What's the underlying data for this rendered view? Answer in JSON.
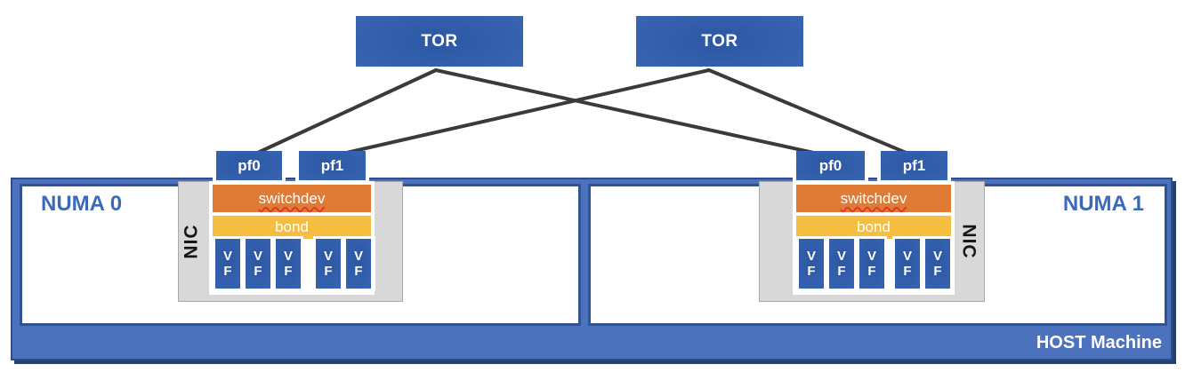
{
  "tors": [
    {
      "label": "TOR"
    },
    {
      "label": "TOR"
    }
  ],
  "host": {
    "label": "HOST Machine",
    "numa": [
      {
        "label": "NUMA 0",
        "nic": {
          "label": "NIC",
          "pfs": [
            "pf0",
            "pf1"
          ],
          "switchdev_label": "switchdev",
          "bond_label": "bond",
          "vf_count_pf0": 3,
          "vf_count_pf1": 2
        }
      },
      {
        "label": "NUMA 1",
        "nic": {
          "label": "NIC",
          "pfs": [
            "pf0",
            "pf1"
          ],
          "switchdev_label": "switchdev",
          "bond_label": "bond",
          "vf_count_pf0": 3,
          "vf_count_pf1": 2
        }
      }
    ]
  },
  "vf": {
    "top": "V",
    "bottom": "F"
  },
  "connections": [
    {
      "from": "tor-0",
      "to": "numa0-nic-pf0"
    },
    {
      "from": "tor-0",
      "to": "numa1-nic-pf0"
    },
    {
      "from": "tor-1",
      "to": "numa0-nic-pf1"
    },
    {
      "from": "tor-1",
      "to": "numa1-nic-pf1"
    }
  ],
  "colors": {
    "node_blue": "#3A66B3",
    "host_fill": "#4C72BD",
    "host_border": "#2E4C8E",
    "numa_border": "#2E5396",
    "numa_text": "#3B6AB8",
    "nic_gray": "#D8D8D8",
    "switchdev_orange": "#E07B35",
    "bond_gold": "#F6BE41",
    "connector": "#3A3A3A",
    "label_white": "#FFFFFF"
  }
}
